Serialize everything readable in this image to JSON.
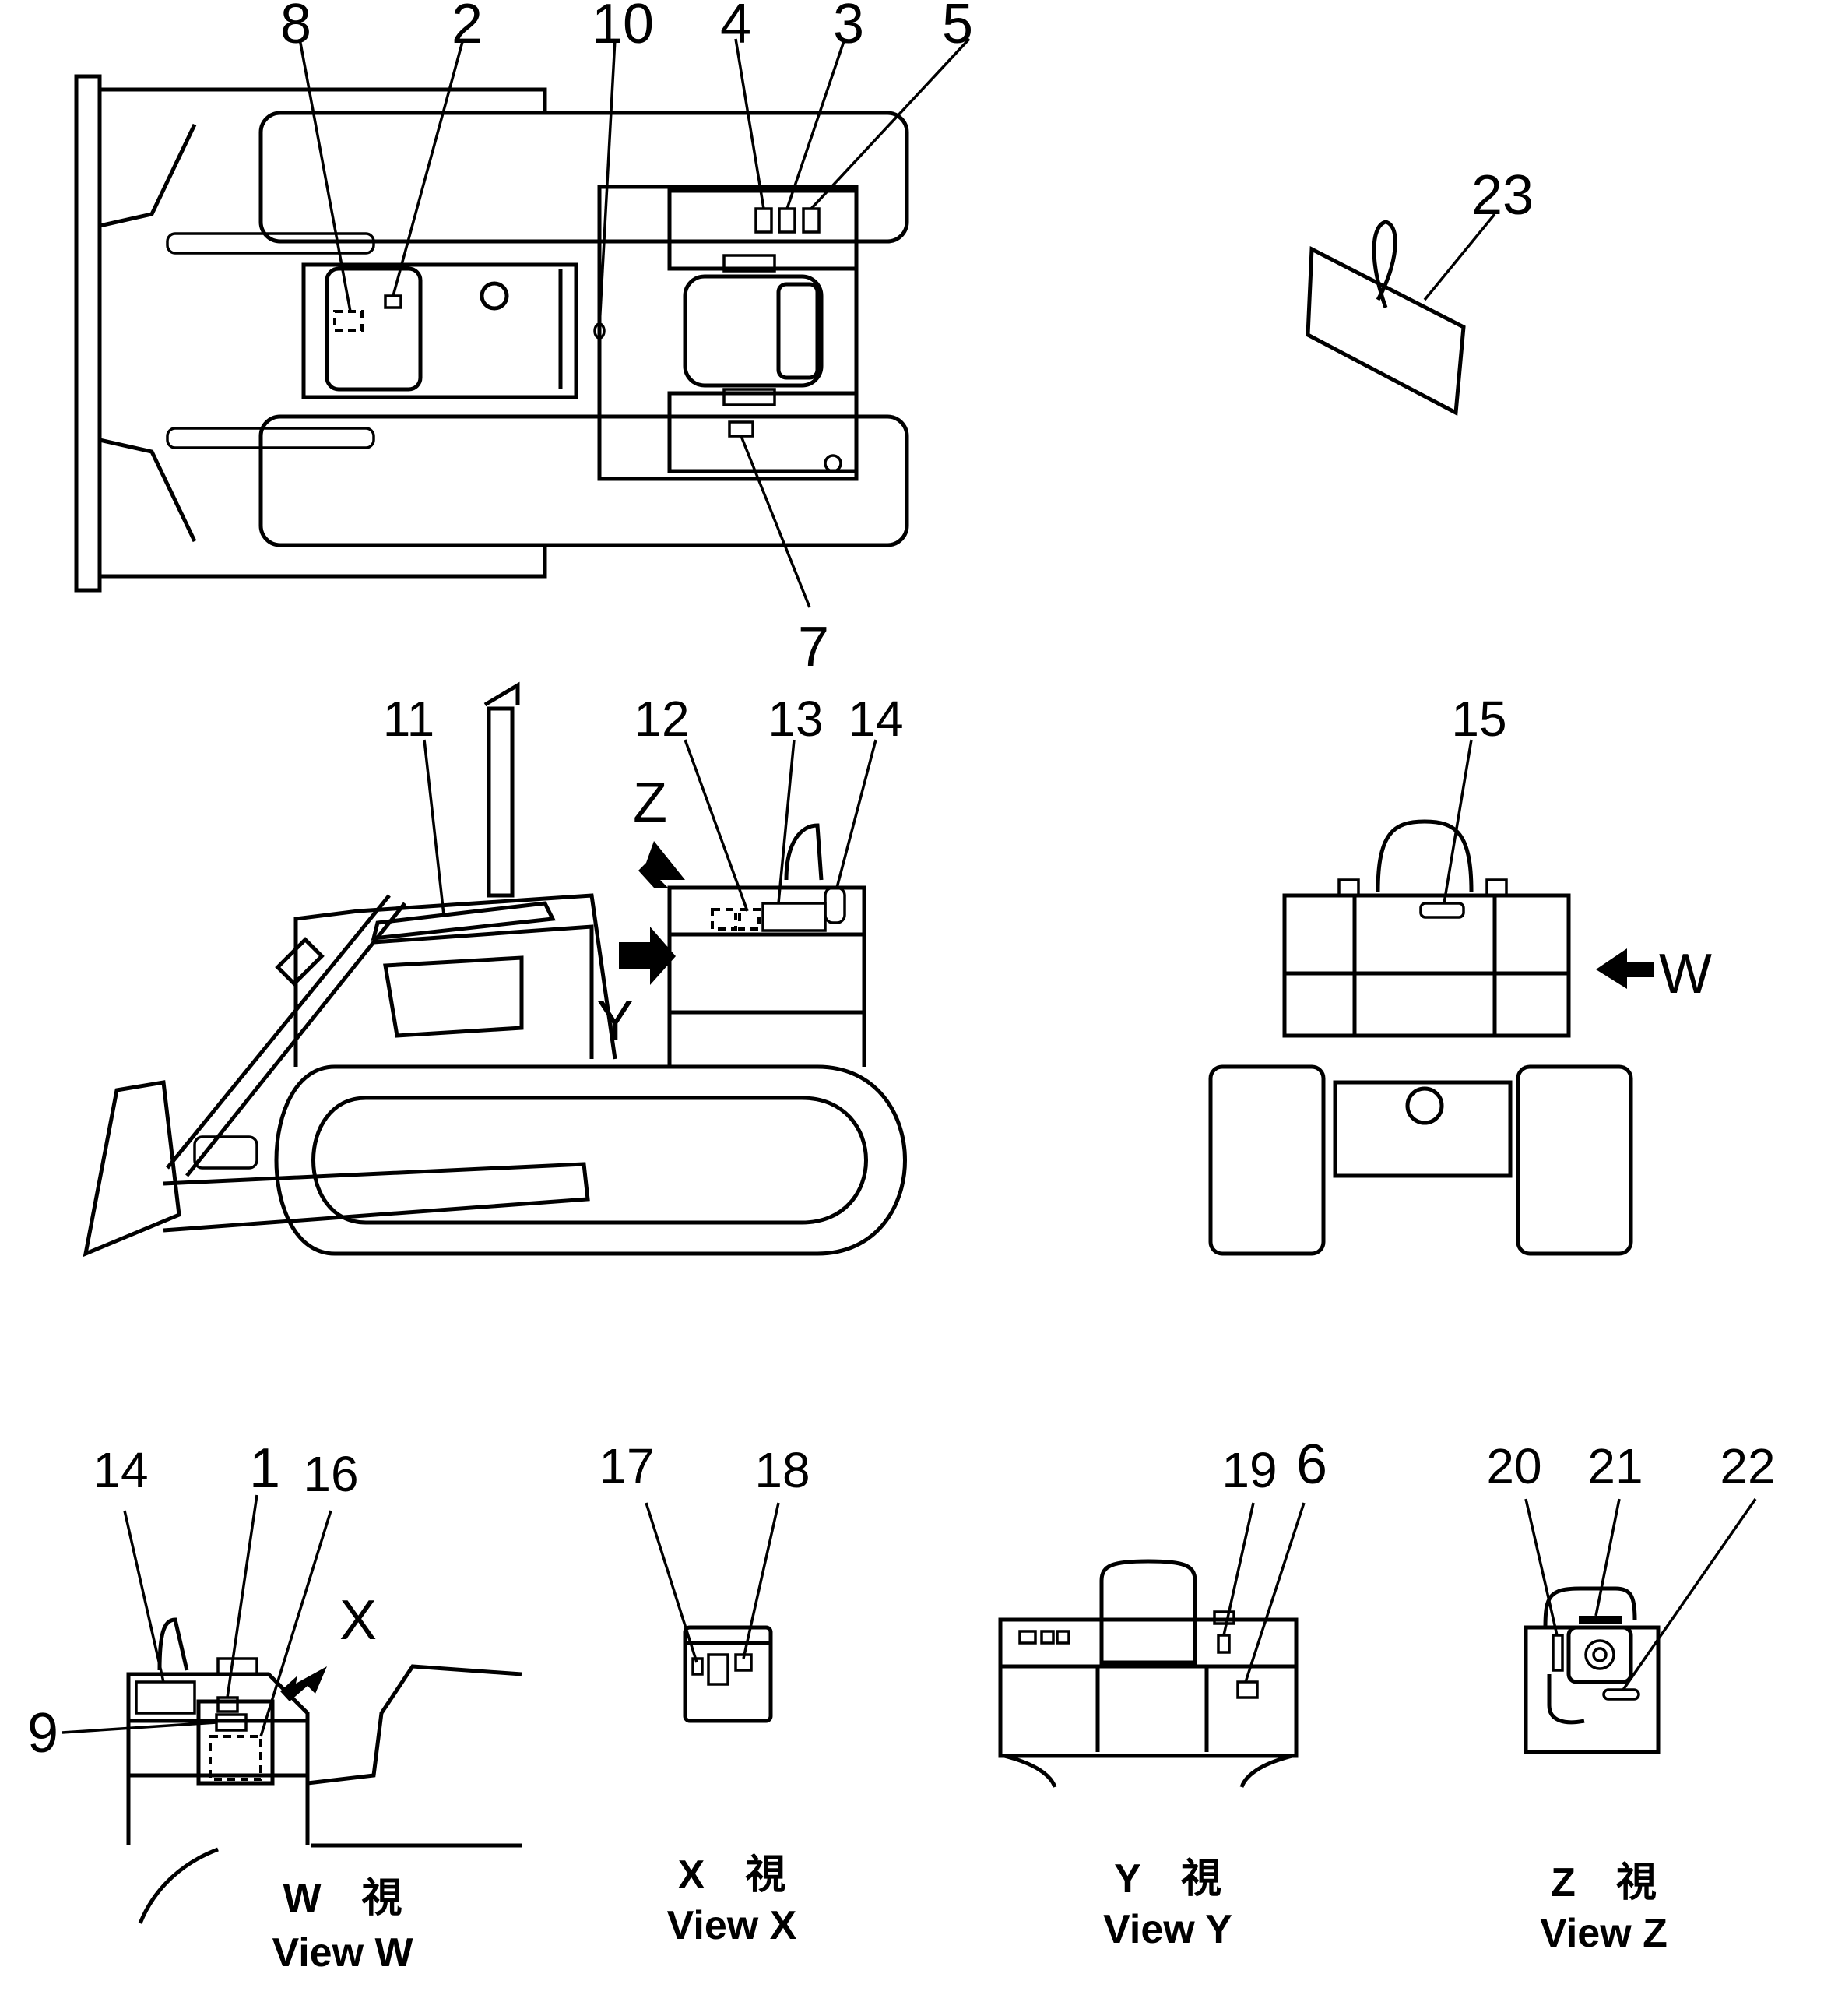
{
  "callouts": {
    "c1": "1",
    "c2": "2",
    "c3": "3",
    "c4": "4",
    "c5": "5",
    "c6": "6",
    "c7": "7",
    "c8": "8",
    "c9": "9",
    "c10": "10",
    "c11": "11",
    "c12": "12",
    "c13": "13",
    "c14a": "14",
    "c14b": "14",
    "c15": "15",
    "c16": "16",
    "c17": "17",
    "c18": "18",
    "c19": "19",
    "c20": "20",
    "c21": "21",
    "c22": "22",
    "c23": "23"
  },
  "view_markers": {
    "w": "W",
    "x": "X",
    "y": "Y",
    "z": "Z"
  },
  "captions": {
    "view_w": {
      "jp": "W　視",
      "en": "View  W"
    },
    "view_x": {
      "jp": "X　視",
      "en": "View  X"
    },
    "view_y": {
      "jp": "Y　視",
      "en": "View  Y"
    },
    "view_z": {
      "jp": "Z　視",
      "en": "View  Z"
    }
  }
}
